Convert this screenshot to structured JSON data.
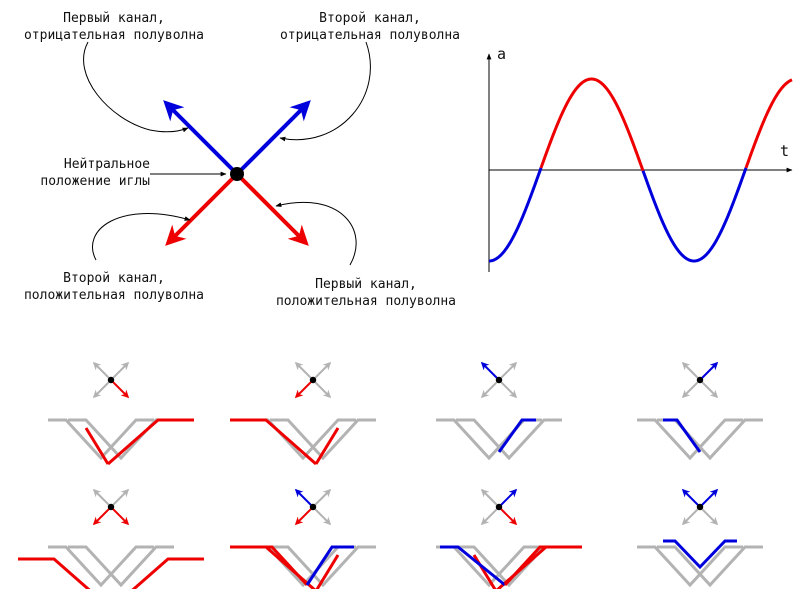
{
  "labels": {
    "ch1_neg": [
      "Первый канал,",
      "отрицательная полуволна"
    ],
    "ch2_neg": [
      "Второй канал,",
      "отрицательная полуволна"
    ],
    "neutral": [
      "Нейтральное",
      "положение иглы"
    ],
    "ch2_pos": [
      "Второй канал,",
      "положительная полуволна"
    ],
    "ch1_pos": [
      "Первый канал,",
      "положительная полуволна"
    ]
  },
  "graph": {
    "y_axis": "a",
    "x_axis": "t"
  },
  "colors": {
    "positive": "#ee0000",
    "negative": "#0000dd",
    "inactive": "#b3b3b3",
    "ink": "#000000"
  },
  "panels": [
    {
      "arrows": {
        "ul": "inactive",
        "ur": "inactive",
        "ll": "inactive",
        "lr": "positive"
      }
    },
    {
      "arrows": {
        "ul": "inactive",
        "ur": "inactive",
        "ll": "positive",
        "lr": "inactive"
      }
    },
    {
      "arrows": {
        "ul": "negative",
        "ur": "inactive",
        "ll": "inactive",
        "lr": "inactive"
      }
    },
    {
      "arrows": {
        "ul": "inactive",
        "ur": "negative",
        "ll": "inactive",
        "lr": "inactive"
      }
    },
    {
      "arrows": {
        "ul": "inactive",
        "ur": "inactive",
        "ll": "positive",
        "lr": "positive"
      }
    },
    {
      "arrows": {
        "ul": "negative",
        "ur": "inactive",
        "ll": "positive",
        "lr": "inactive"
      }
    },
    {
      "arrows": {
        "ul": "inactive",
        "ur": "negative",
        "ll": "inactive",
        "lr": "positive"
      }
    },
    {
      "arrows": {
        "ul": "negative",
        "ur": "negative",
        "ll": "inactive",
        "lr": "inactive"
      }
    }
  ]
}
